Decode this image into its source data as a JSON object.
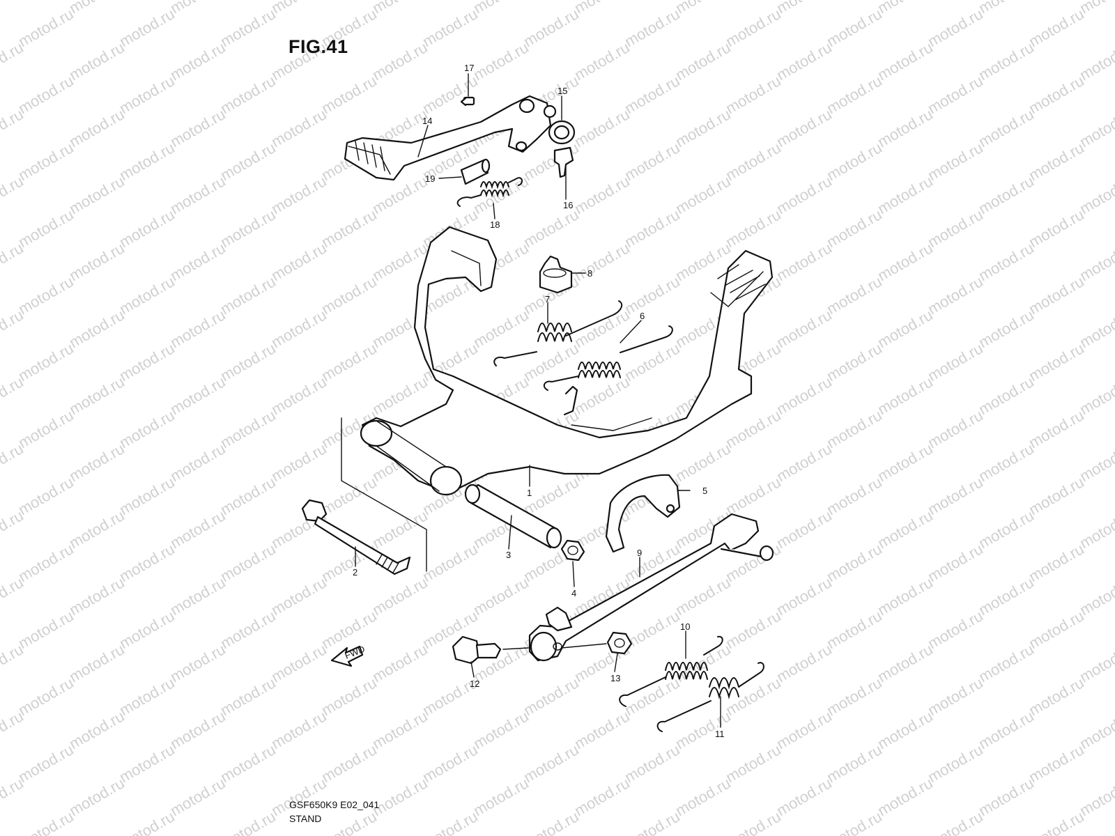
{
  "figure": {
    "title": "FIG.41"
  },
  "watermark": {
    "text": "motod.ru"
  },
  "footer": {
    "code": "GSF650K9 E02_041",
    "name": "STAND"
  },
  "fwd_marker": {
    "label": "FWD"
  },
  "callouts": [
    {
      "id": "1",
      "label": "1"
    },
    {
      "id": "2",
      "label": "2"
    },
    {
      "id": "3",
      "label": "3"
    },
    {
      "id": "4",
      "label": "4"
    },
    {
      "id": "5",
      "label": "5"
    },
    {
      "id": "6",
      "label": "6"
    },
    {
      "id": "7",
      "label": "7"
    },
    {
      "id": "8",
      "label": "8"
    },
    {
      "id": "9",
      "label": "9"
    },
    {
      "id": "10",
      "label": "10"
    },
    {
      "id": "11",
      "label": "11"
    },
    {
      "id": "12",
      "label": "12"
    },
    {
      "id": "13",
      "label": "13"
    },
    {
      "id": "14",
      "label": "14"
    },
    {
      "id": "15",
      "label": "15"
    },
    {
      "id": "16",
      "label": "16"
    },
    {
      "id": "17",
      "label": "17"
    },
    {
      "id": "18",
      "label": "18"
    },
    {
      "id": "19",
      "label": "19"
    }
  ]
}
